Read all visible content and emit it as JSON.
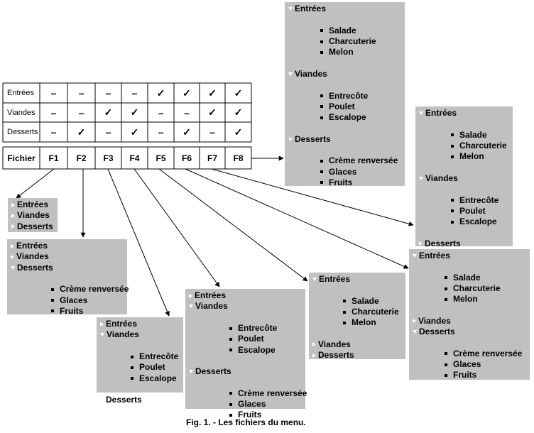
{
  "matrix": {
    "rows": [
      {
        "label": "Entrées",
        "marks": [
          "–",
          "–",
          "–",
          "–",
          "✓",
          "✓",
          "✓",
          "✓"
        ]
      },
      {
        "label": "Viandes",
        "marks": [
          "–",
          "–",
          "✓",
          "✓",
          "–",
          "–",
          "✓",
          "✓"
        ]
      },
      {
        "label": "Desserts",
        "marks": [
          "–",
          "✓",
          "–",
          "✓",
          "–",
          "✓",
          "–",
          "✓"
        ]
      }
    ],
    "file_header": "Fichier",
    "files": [
      "F1",
      "F2",
      "F3",
      "F4",
      "F5",
      "F6",
      "F7",
      "F8"
    ]
  },
  "menus": {
    "F1": [
      {
        "label": "Entrées",
        "expanded": false,
        "items": []
      },
      {
        "label": "Viandes",
        "expanded": false,
        "items": []
      },
      {
        "label": "Desserts",
        "expanded": false,
        "items": []
      }
    ],
    "F2": [
      {
        "label": "Entrées",
        "expanded": false,
        "items": []
      },
      {
        "label": "Viandes",
        "expanded": false,
        "items": []
      },
      {
        "label": "Desserts",
        "expanded": true,
        "items": [
          "Crème renversée",
          "Glaces",
          "Fruits"
        ]
      }
    ],
    "F3": [
      {
        "label": "Entrées",
        "expanded": false,
        "items": []
      },
      {
        "label": "Viandes",
        "expanded": true,
        "items": [
          "Entrecôte",
          "Poulet",
          "Escalope"
        ]
      },
      {
        "label": "Desserts",
        "expanded": false,
        "items": []
      }
    ],
    "F4": [
      {
        "label": "Entrées",
        "expanded": false,
        "items": []
      },
      {
        "label": "Viandes",
        "expanded": true,
        "items": [
          "Entrecôte",
          "Poulet",
          "Escalope"
        ]
      },
      {
        "label": "Desserts",
        "expanded": true,
        "items": [
          "Crème renversée",
          "Glaces",
          "Fruits"
        ]
      }
    ],
    "F5": [
      {
        "label": "Entrées",
        "expanded": true,
        "items": [
          "Salade",
          "Charcuterie",
          "Melon"
        ]
      },
      {
        "label": "Viandes",
        "expanded": false,
        "items": []
      },
      {
        "label": "Desserts",
        "expanded": false,
        "items": []
      }
    ],
    "F6": [
      {
        "label": "Entrées",
        "expanded": true,
        "items": [
          "Salade",
          "Charcuterie",
          "Melon"
        ]
      },
      {
        "label": "Viandes",
        "expanded": false,
        "items": []
      },
      {
        "label": "Desserts",
        "expanded": true,
        "items": [
          "Crème renversée",
          "Glaces",
          "Fruits"
        ]
      }
    ],
    "F7": [
      {
        "label": "Entrées",
        "expanded": true,
        "items": [
          "Salade",
          "Charcuterie",
          "Melon"
        ]
      },
      {
        "label": "Viandes",
        "expanded": true,
        "items": [
          "Entrecôte",
          "Poulet",
          "Escalope"
        ]
      },
      {
        "label": "Desserts",
        "expanded": false,
        "items": []
      }
    ],
    "F8": [
      {
        "label": "Entrées",
        "expanded": true,
        "items": [
          "Salade",
          "Charcuterie",
          "Melon"
        ]
      },
      {
        "label": "Viandes",
        "expanded": true,
        "items": [
          "Entrecôte",
          "Poulet",
          "Escalope"
        ]
      },
      {
        "label": "Desserts",
        "expanded": true,
        "items": [
          "Crème renversée",
          "Glaces",
          "Fruits"
        ]
      }
    ]
  },
  "caption": "Fig. 1. - Les fichiers du menu.",
  "colors": {
    "box_bg": "#c0c0c0",
    "triangle": "#ffffff",
    "lines": "#000000"
  }
}
